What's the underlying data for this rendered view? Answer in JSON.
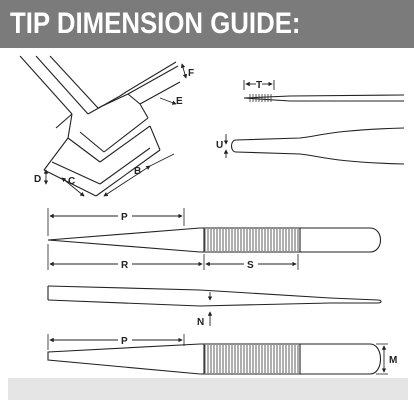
{
  "header": {
    "title": "TIP DIMENSION GUIDE:",
    "background_color": "#7b7b7b",
    "text_color": "#ffffff"
  },
  "labels": {
    "b": "B",
    "c": "C",
    "d": "D",
    "e": "E",
    "f": "F",
    "t": "T",
    "u": "U",
    "p1": "P",
    "r": "R",
    "s": "S",
    "n": "N",
    "p2": "P",
    "m": "M"
  },
  "footer": {
    "background_color": "#e5e5e5"
  }
}
